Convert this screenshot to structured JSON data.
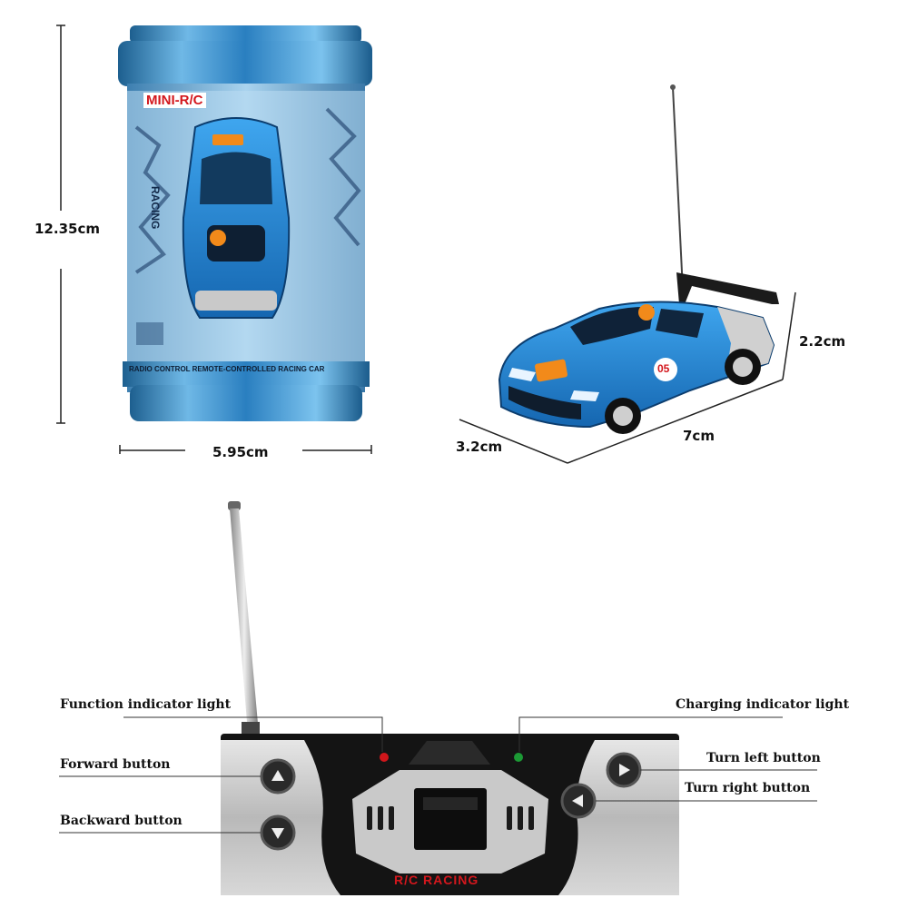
{
  "can": {
    "brand_label": "MINI-R/C",
    "racing_text": "RACING",
    "bottom_text": "RADIO CONTROL REMOTE-CONTROLLED RACING CAR",
    "height_label": "12.35cm",
    "width_label": "5.95cm"
  },
  "car": {
    "number": "05",
    "length_label": "7cm",
    "width_label": "3.2cm",
    "height_label": "2.2cm"
  },
  "remote": {
    "brand_label": "R/C RACING",
    "function_light_label": "Function indicator light",
    "charging_light_label": "Charging indicator light",
    "forward_label": "Forward button",
    "backward_label": "Backward button",
    "turn_left_label": "Turn left button",
    "turn_right_label": "Turn right button"
  },
  "colors": {
    "can_blue": "#2a7fc0",
    "car_blue": "#1f86d6",
    "remote_black": "#1a1a1a",
    "remote_silver": "#c8c8c8",
    "function_led": "#d0161b",
    "charging_led": "#1c9a35"
  }
}
